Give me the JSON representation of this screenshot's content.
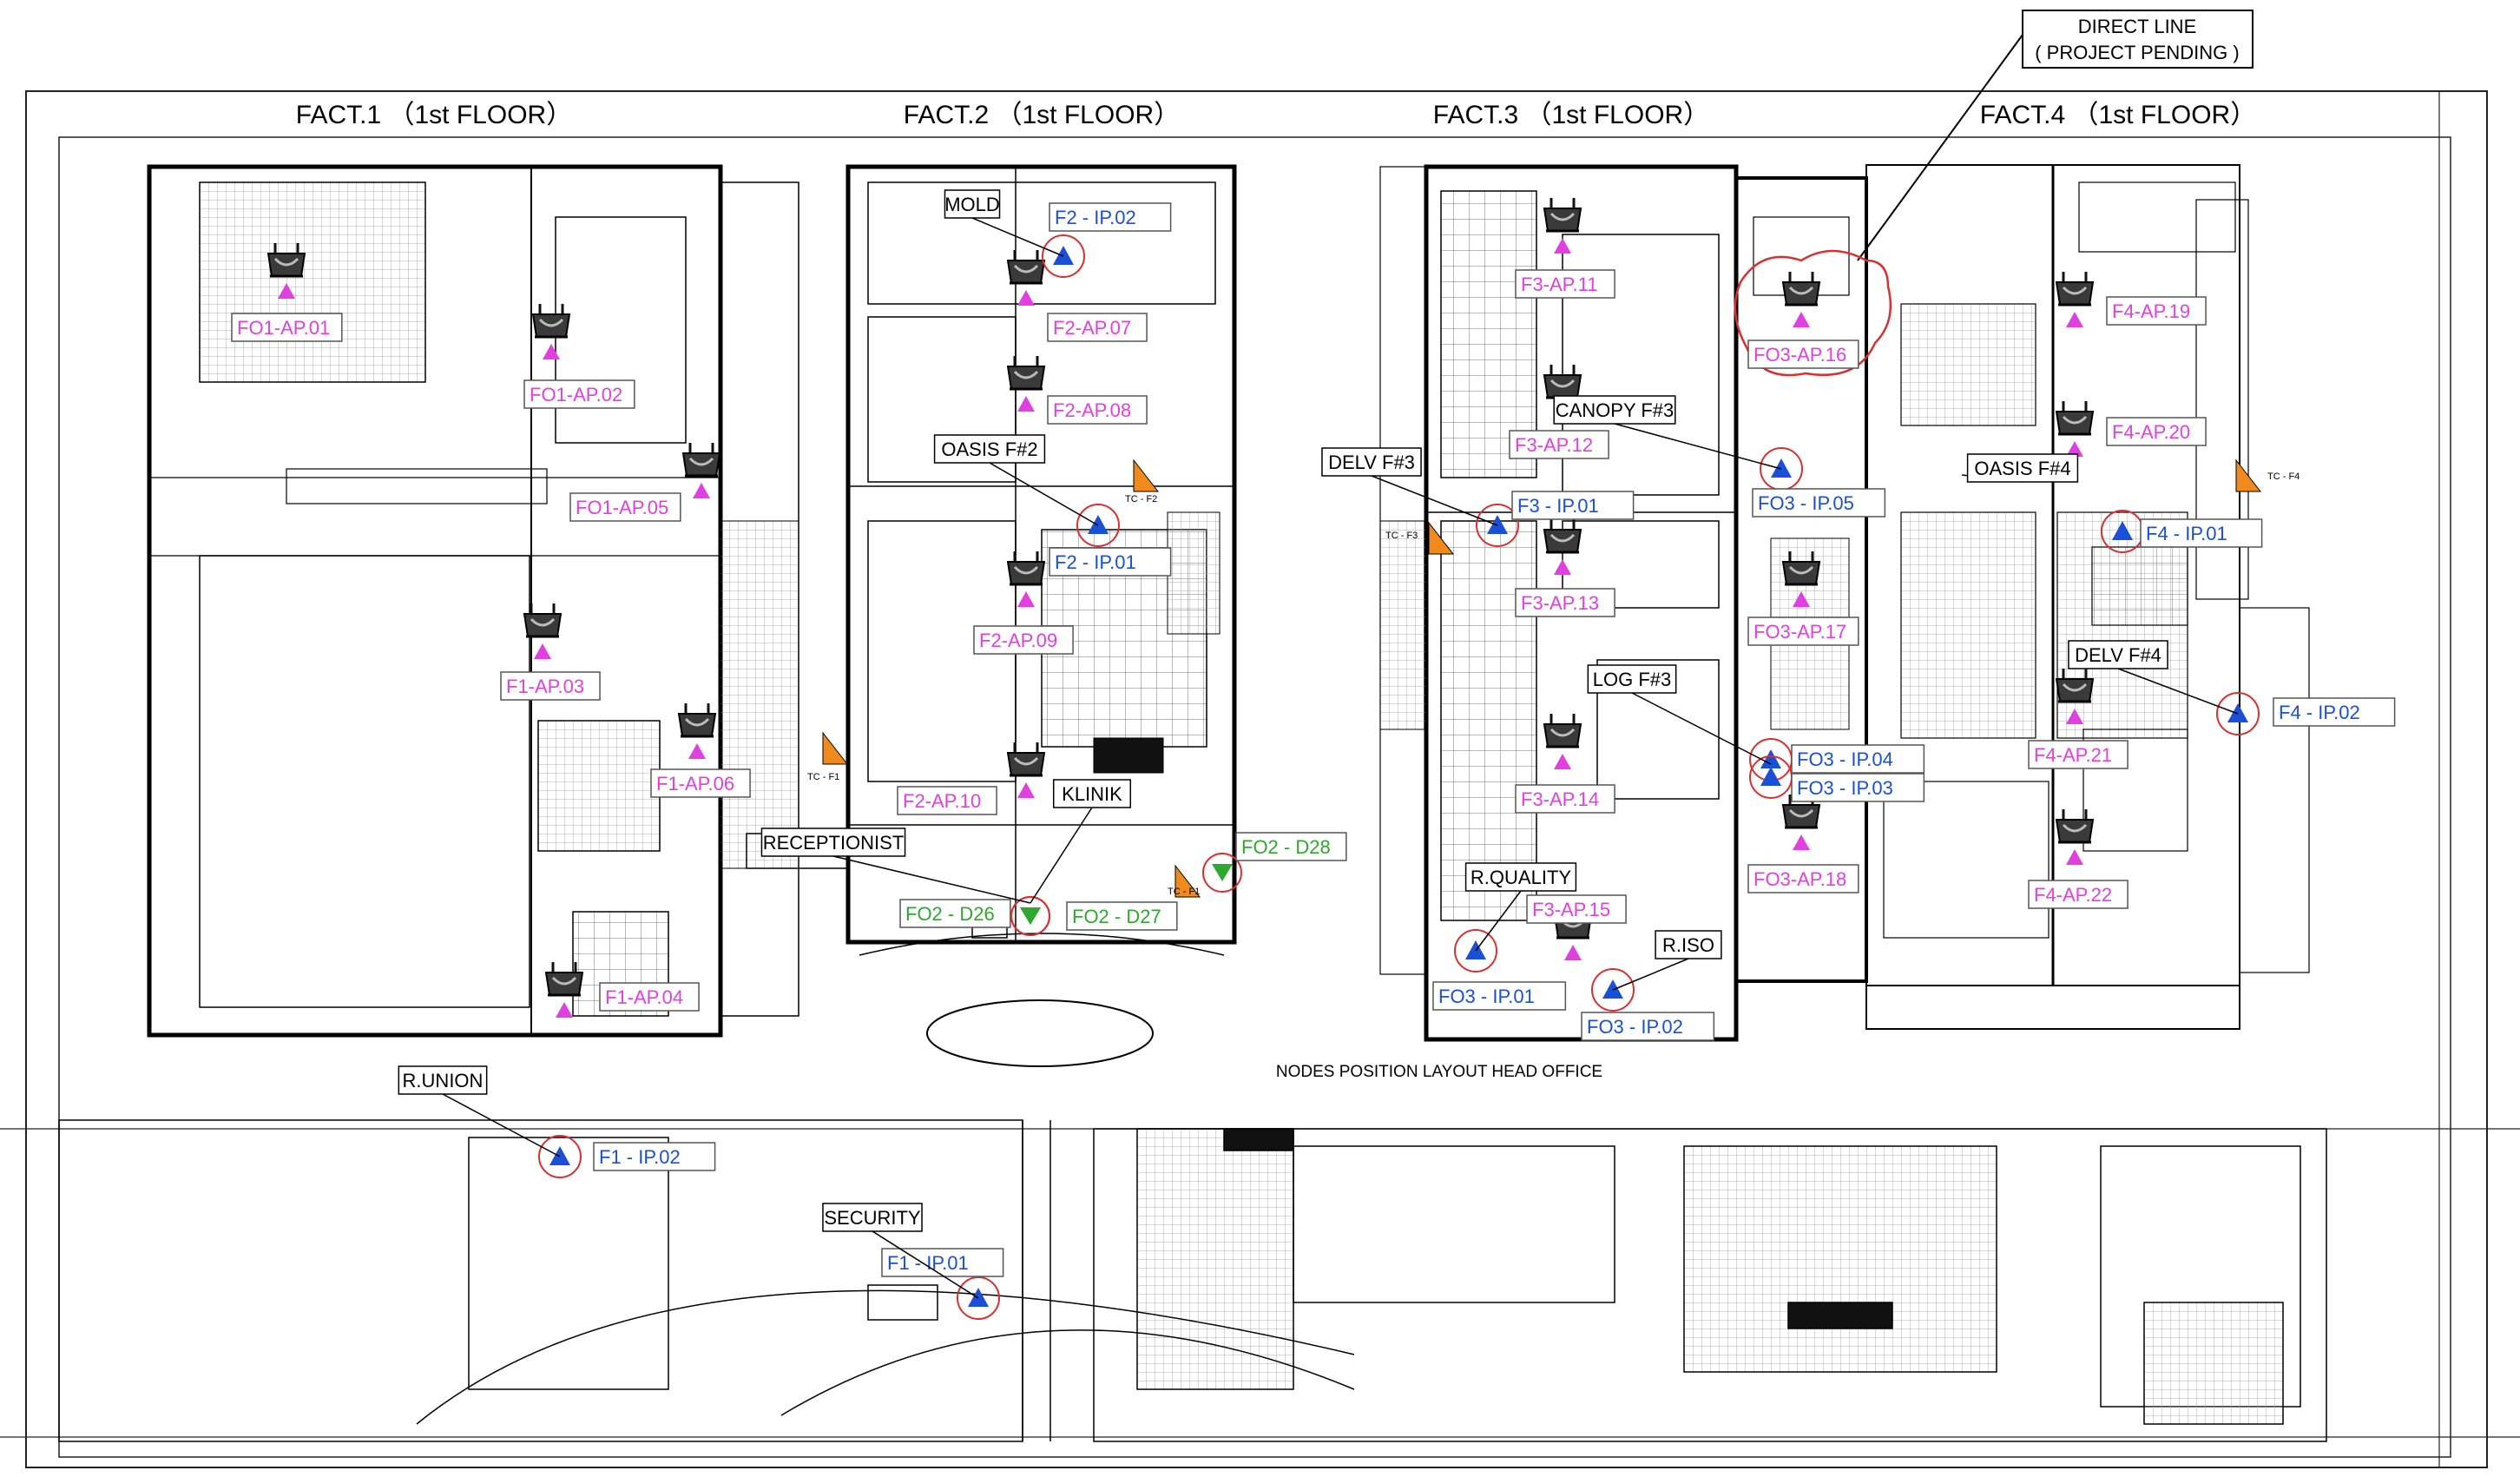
{
  "titles": {
    "fact1": "FACT.1 （1st FLOOR）",
    "fact2": "FACT.2 （1st FLOOR）",
    "fact3": "FACT.3 （1st FLOOR）",
    "fact4": "FACT.4 （1st FLOOR）"
  },
  "caption": "NODES POSITION LAYOUT HEAD OFFICE",
  "direct_line": {
    "line1": "DIRECT LINE",
    "line2": "( PROJECT PENDING )"
  },
  "colors": {
    "ap": "#e040e0",
    "ip": "#1a4fd8",
    "data": "#2ea82e",
    "tc": "#f08a1c",
    "ring": "#d83030",
    "line": "#000000"
  },
  "rooms": {
    "mold": "MOLD",
    "oasis2": "OASIS F#2",
    "klinik": "KLINIK",
    "receptionist": "RECEPTIONIST",
    "delv3": "DELV F#3",
    "canopy3": "CANOPY F#3",
    "log3": "LOG F#3",
    "rquality": "R.QUALITY",
    "riso": "R.ISO",
    "oasis4": "OASIS F#4",
    "delv4": "DELV F#4",
    "runion": "R.UNION",
    "security": "SECURITY"
  },
  "aps": {
    "fo1_ap01": "FO1-AP.01",
    "fo1_ap02": "FO1-AP.02",
    "fo1_ap05": "FO1-AP.05",
    "f1_ap03": "F1-AP.03",
    "f1_ap06": "F1-AP.06",
    "f1_ap04": "F1-AP.04",
    "f2_ap07": "F2-AP.07",
    "f2_ap08": "F2-AP.08",
    "f2_ap09": "F2-AP.09",
    "f2_ap10": "F2-AP.10",
    "f3_ap11": "F3-AP.11",
    "f3_ap12": "F3-AP.12",
    "f3_ap13": "F3-AP.13",
    "f3_ap14": "F3-AP.14",
    "f3_ap15": "F3-AP.15",
    "fo3_ap16": "FO3-AP.16",
    "fo3_ap17": "FO3-AP.17",
    "fo3_ap18": "FO3-AP.18",
    "f4_ap19": "F4-AP.19",
    "f4_ap20": "F4-AP.20",
    "f4_ap21": "F4-AP.21",
    "f4_ap22": "F4-AP.22"
  },
  "ips": {
    "f2_ip02": "F2 - IP.02",
    "f2_ip01": "F2 - IP.01",
    "f3_ip01": "F3 - IP.01",
    "fo3_ip05": "FO3 - IP.05",
    "fo3_ip04": "FO3 - IP.04",
    "fo3_ip03": "FO3 - IP.03",
    "fo3_ip01": "FO3 - IP.01",
    "fo3_ip02": "FO3 - IP.02",
    "f4_ip01": "F4 - IP.01",
    "f4_ip02": "F4 - IP.02",
    "f1_ip02": "F1 - IP.02",
    "f1_ip01": "F1 - IP.01"
  },
  "data_points": {
    "fo2_d26": "FO2 - D26",
    "fo2_d27": "FO2 - D27",
    "fo2_d28": "FO2 - D28"
  },
  "tcs": {
    "tc_f1": "TC - F1",
    "tc_f2": "TC - F2",
    "tc_f3": "TC - F3",
    "tc_f4": "TC - F4",
    "tc_f1b": "TC - F1"
  }
}
